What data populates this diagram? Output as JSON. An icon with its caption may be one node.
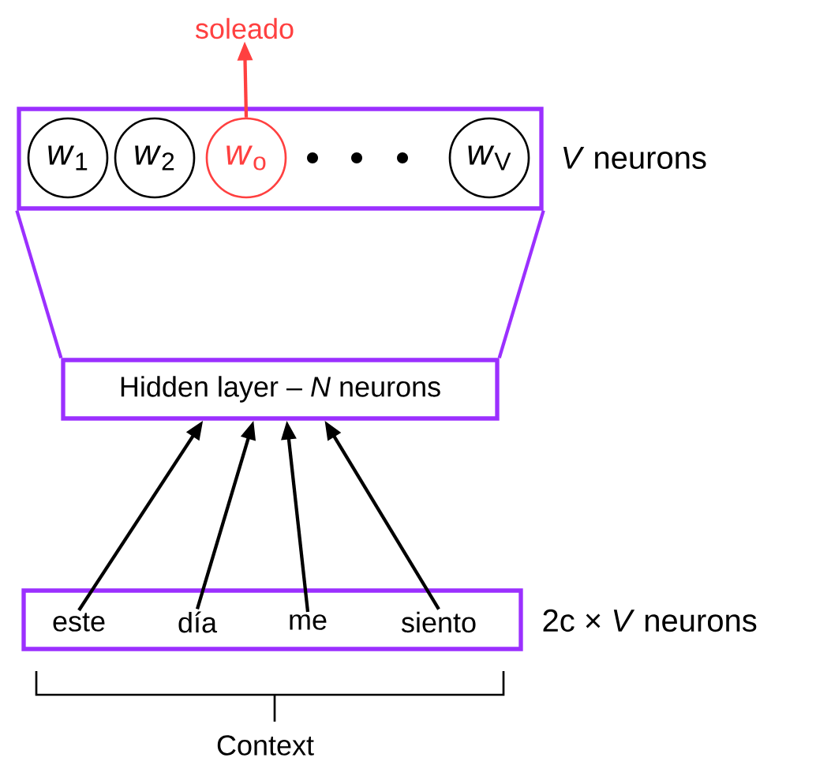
{
  "diagram": {
    "nodes": [
      {
        "text": [],
        "shape": "box",
        "beside": [
          "*V* neurons"
        ]
      },
      {
        "text": [
          "*w*$_{1}$"
        ],
        "in": 0
      },
      {
        "text": [
          "*w*$_{2}$"
        ],
        "in": 0
      },
      {
        "text": [
          "*w*$_{o}$"
        ],
        "in": 0
      },
      {
        "text": [
          "*w*$_{V}$"
        ],
        "in": 0
      },
      {
        "text": [
          "soleado"
        ]
      },
      {
        "text": [
          "Hidden layer – *N* neurons"
        ]
      },
      {
        "text": [],
        "shape": "box",
        "beside": [
          "2c × *V* neurons"
        ]
      },
      {
        "text": [
          "este"
        ],
        "in": 7
      },
      {
        "text": [
          "día"
        ],
        "in": 7
      },
      {
        "text": [
          "me"
        ],
        "in": 7
      },
      {
        "text": [
          "siento"
        ],
        "in": 7
      }
    ],
    "edges": [
      {
        "from": 3,
        "to": 5,
        "arrow": "to",
        "color": "#ff4040"
      },
      {
        "from": 6,
        "to": 0,
        "arrow": "none",
        "color": "#9b30ff"
      },
      {
        "from": 6,
        "to": 0,
        "arrow": "none",
        "color": "#9b30ff"
      },
      {
        "from": 8,
        "to": 6,
        "arrow": "to"
      },
      {
        "from": 9,
        "to": 6,
        "arrow": "to"
      },
      {
        "from": 10,
        "to": 6,
        "arrow": "to"
      },
      {
        "from": 11,
        "to": 6,
        "arrow": "to"
      }
    ],
    "labels": [
      "Context"
    ]
  }
}
